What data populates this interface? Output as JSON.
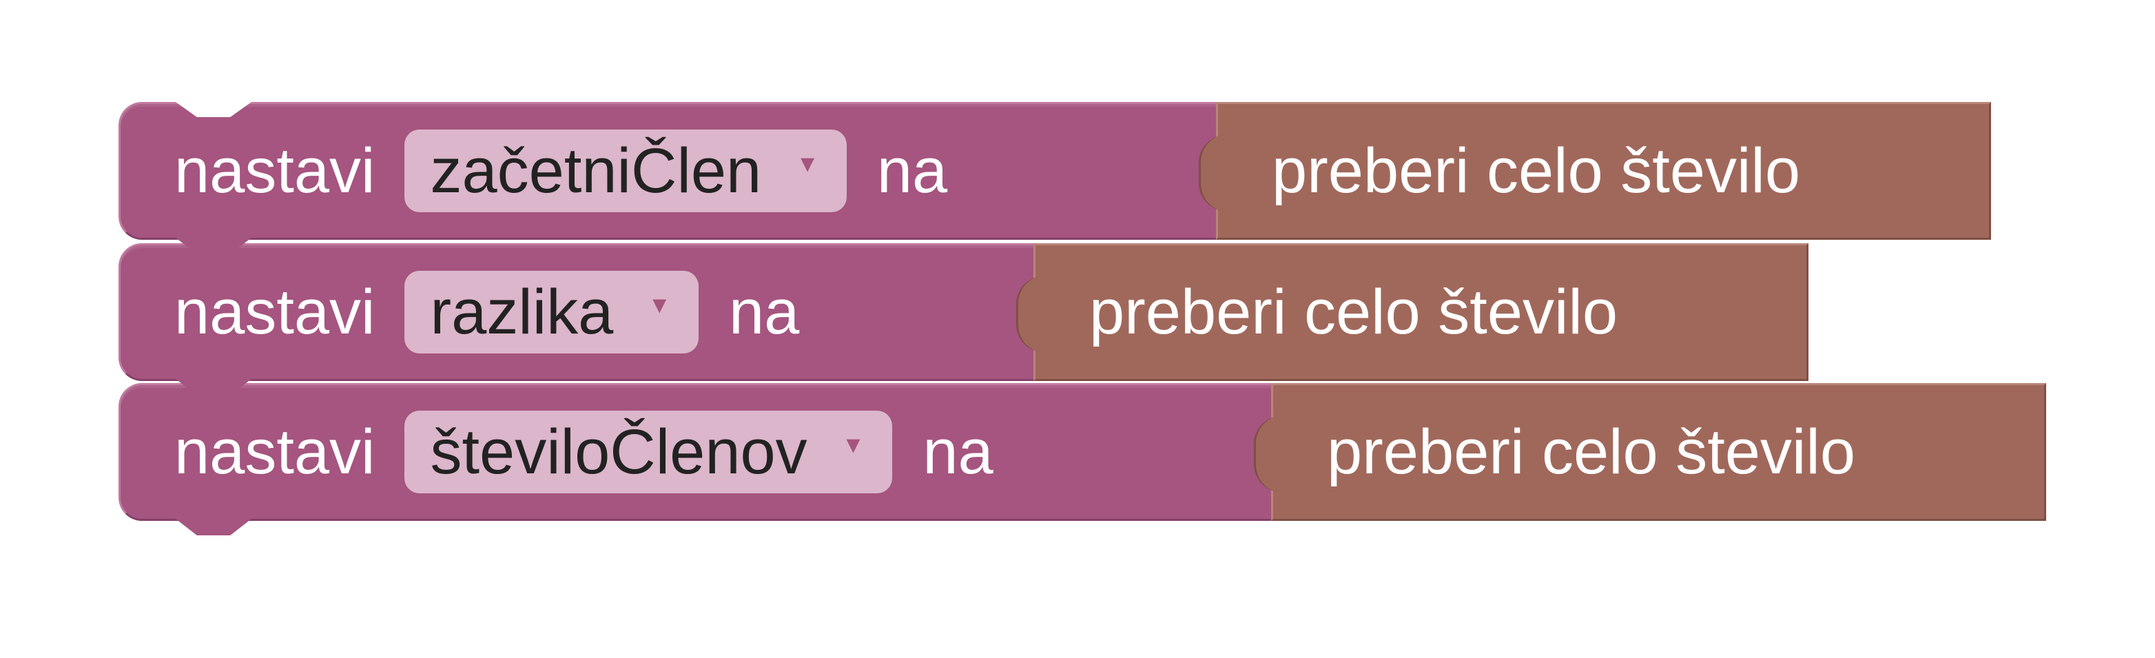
{
  "blocks": [
    {
      "keyword": "nastavi",
      "variable": "začetniČlen",
      "connector": "na",
      "value_block": "preberi celo število"
    },
    {
      "keyword": "nastavi",
      "variable": "razlika",
      "connector": "na",
      "value_block": "preberi celo število"
    },
    {
      "keyword": "nastavi",
      "variable": "številoČlenov",
      "connector": "na",
      "value_block": "preberi celo število"
    }
  ],
  "icons": {
    "dropdown": "chevron-down-icon"
  },
  "colors": {
    "variables_block": "#a5557f",
    "variable_dropdown": "#dcb6ca",
    "input_block": "#a0685b",
    "workspace": "#ffffff"
  }
}
